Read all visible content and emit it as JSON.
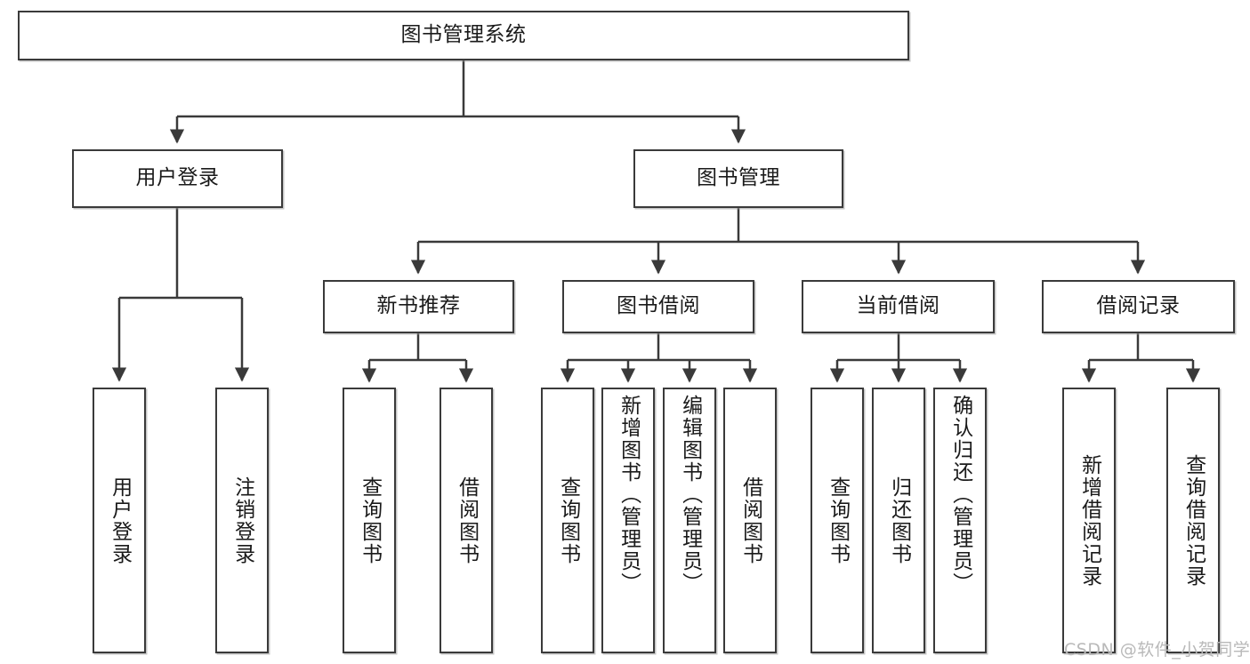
{
  "diagram": {
    "type": "tree",
    "title": "图书管理系统",
    "root": {
      "label": "图书管理系统"
    },
    "level2": [
      {
        "label": "用户登录"
      },
      {
        "label": "图书管理"
      }
    ],
    "level3": [
      {
        "label": "新书推荐"
      },
      {
        "label": "图书借阅"
      },
      {
        "label": "当前借阅"
      },
      {
        "label": "借阅记录"
      }
    ],
    "leaves": {
      "user_login": [
        {
          "label": "用户登录"
        },
        {
          "label": "注销登录"
        }
      ],
      "new_book": [
        {
          "label": "查询图书"
        },
        {
          "label": "借阅图书"
        }
      ],
      "book_borrow": [
        {
          "label": "查询图书"
        },
        {
          "label": "新增图书（管理员）"
        },
        {
          "label": "编辑图书（管理员）"
        },
        {
          "label": "借阅图书"
        }
      ],
      "current_borrow": [
        {
          "label": "查询图书"
        },
        {
          "label": "归还图书"
        },
        {
          "label": "确认归还（管理员）"
        }
      ],
      "borrow_record": [
        {
          "label": "新增借阅记录"
        },
        {
          "label": "查询借阅记录"
        }
      ]
    }
  },
  "watermark": {
    "text": "CSDN @软件_小贺同学"
  },
  "colors": {
    "stroke": "#3a3a3a",
    "fill": "#ffffff",
    "text": "#1a1a1a",
    "watermark": "#b9b9b9"
  }
}
